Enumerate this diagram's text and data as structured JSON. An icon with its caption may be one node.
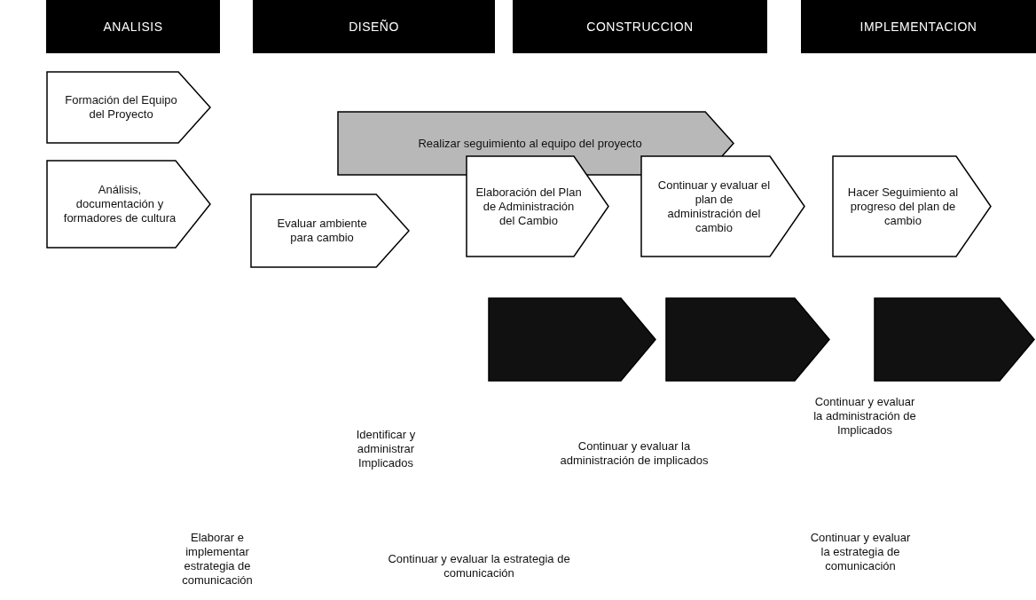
{
  "diagram": {
    "nodes": [
      {
        "text": [
          "ANALISIS"
        ]
      },
      {
        "text": [
          "DISEÑO"
        ]
      },
      {
        "text": [
          "CONSTRUCCION"
        ]
      },
      {
        "text": [
          "IMPLEMENTACION"
        ]
      },
      {
        "text": [
          "Formación del Equipo del Proyecto"
        ]
      },
      {
        "text": [
          "Realizar seguimiento al equipo del proyecto"
        ]
      },
      {
        "text": [
          "Análisis, documentación y formadores de cultura"
        ]
      },
      {
        "text": [
          "Evaluar ambiente para cambio"
        ]
      },
      {
        "text": [
          "Elaboración del Plan de Administración del Cambio"
        ]
      },
      {
        "text": [
          "Continuar y evaluar el plan de administración del cambio"
        ]
      },
      {
        "text": [
          "Hacer Seguimiento al progreso del plan de cambio"
        ]
      },
      {
        "text": [],
        "shape": "arrow"
      },
      {
        "text": [],
        "shape": "arrow"
      },
      {
        "text": [],
        "shape": "arrow"
      }
    ],
    "edges": [],
    "labels": [
      "Identificar y administrar Implicados",
      "Continuar y evaluar la administración de implicados",
      "Continuar y evaluar la administración de Implicados",
      "Elaborar e implementar estrategia de comunicación",
      "Continuar y evaluar la estrategia de comunicación",
      "Continuar y evaluar la estrategia de comunicación"
    ]
  }
}
